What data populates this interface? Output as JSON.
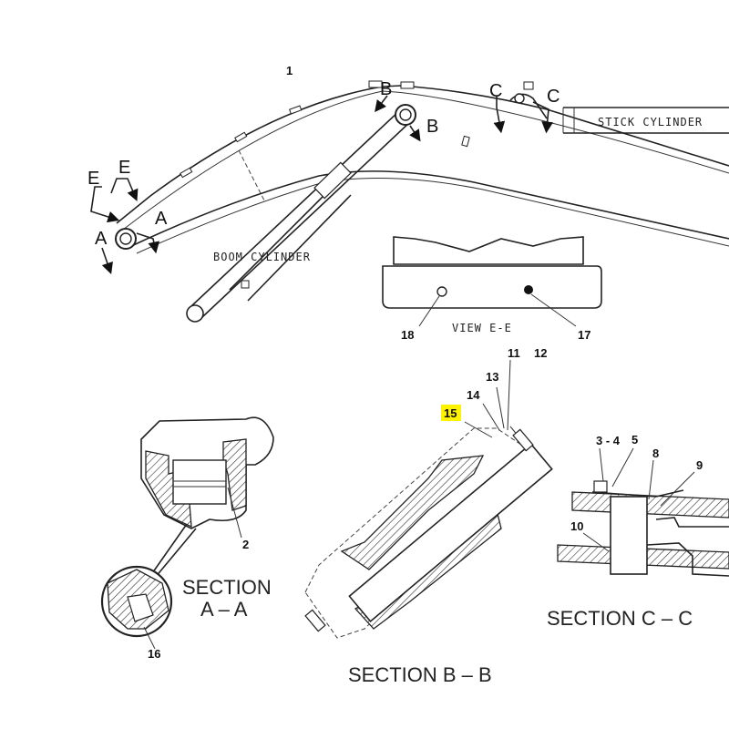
{
  "labels": {
    "boom_cylinder": "BOOM CYLINDER",
    "stick_cylinder": "STICK CYLINDER",
    "view_ee": "VIEW E-E",
    "section_aa_1": "SECTION",
    "section_aa_2": "A – A",
    "section_bb": "SECTION B – B",
    "section_cc": "SECTION C – C"
  },
  "section_letters": {
    "a1": "A",
    "a2": "A",
    "b1": "B",
    "b2": "B",
    "c1": "C",
    "c2": "C",
    "e1": "E",
    "e2": "E"
  },
  "callouts": {
    "n1": "1",
    "n2": "2",
    "n3_4": "3 - 4",
    "n5": "5",
    "n8": "8",
    "n9": "9",
    "n10": "10",
    "n11": "11",
    "n12": "12",
    "n13": "13",
    "n14": "14",
    "n15": "15",
    "n16": "16",
    "n17": "17",
    "n18": "18"
  },
  "colors": {
    "highlight": "#fff200",
    "ink": "#222222"
  }
}
